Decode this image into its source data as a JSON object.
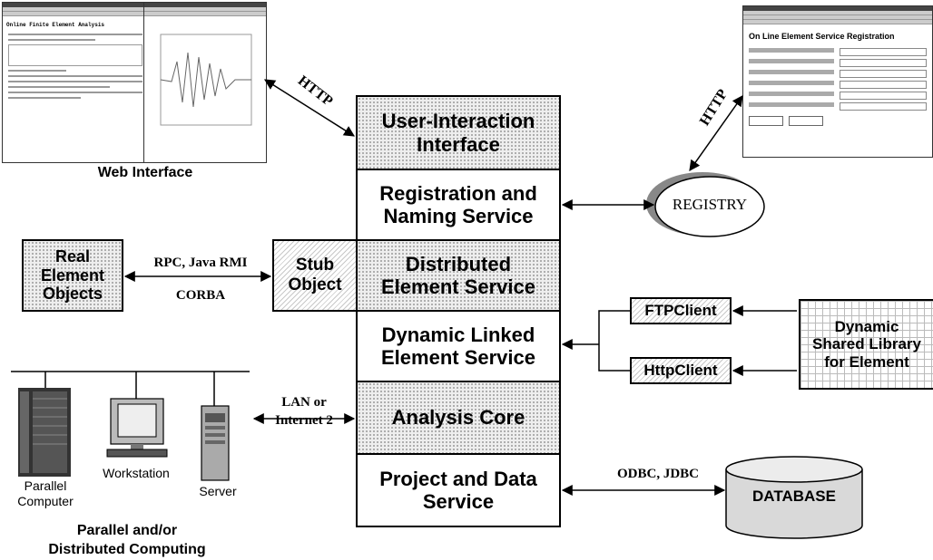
{
  "stack": {
    "user_interaction": "User-Interaction\nInterface",
    "registration": "Registration and\nNaming Service",
    "distributed": "Distributed\nElement Service",
    "dynamic_linked": "Dynamic Linked\nElement Service",
    "analysis_core": "Analysis Core",
    "project_data": "Project and Data\nService"
  },
  "left": {
    "real_element": "Real\nElement\nObjects",
    "stub_object": "Stub\nObject",
    "rpc_label": "RPC, Java RMI",
    "corba_label": "CORBA",
    "lan_label": "LAN or\nInternet 2",
    "parallel_label": "Parallel\nComputer",
    "workstation_label": "Workstation",
    "server_label": "Server",
    "computing_caption": "Parallel and/or\nDistributed Computing"
  },
  "top": {
    "web_caption": "Web Interface",
    "http_left": "HTTP",
    "http_right": "HTTP",
    "web_title": "Online Finite Element Analysis",
    "reg_title": "On Line Element Service Registration"
  },
  "right": {
    "registry": "REGISTRY",
    "ftp_client": "FTPClient",
    "http_client": "HttpClient",
    "dynamic_lib": "Dynamic\nShared Library\nfor Element",
    "odbc_label": "ODBC, JDBC",
    "database": "DATABASE"
  },
  "colors": {
    "stroke": "#000000",
    "shade": "#e6e6e6"
  }
}
